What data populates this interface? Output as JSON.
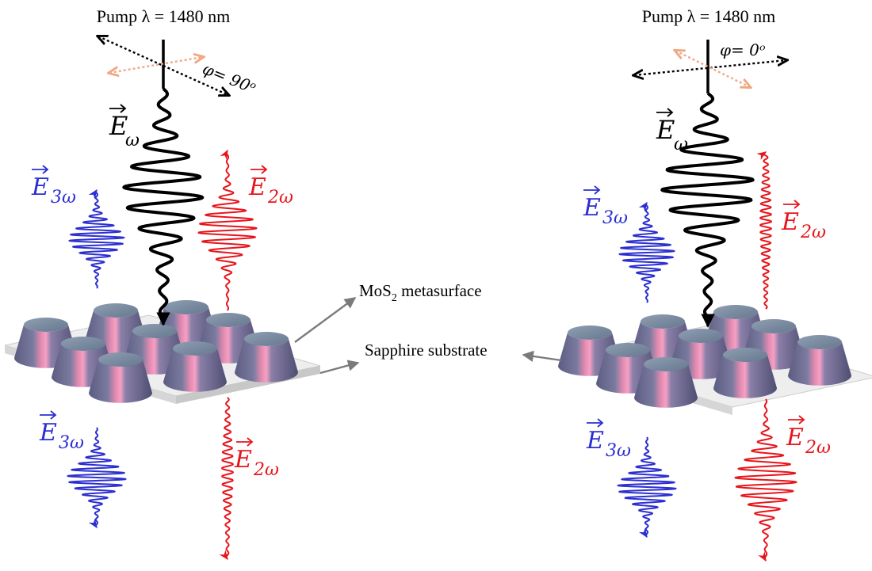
{
  "pump_label_left": "Pump λ = 1480 nm",
  "pump_label_right": "Pump λ = 1480 nm",
  "phi_label_left": "φ= 90ᵒ",
  "phi_label_right": "φ= 0ᵒ",
  "field_omega": {
    "symbol": "E",
    "subscript": "ω"
  },
  "field_2omega": {
    "symbol": "E",
    "subscript": "2ω"
  },
  "field_3omega": {
    "symbol": "E",
    "subscript": "3ω"
  },
  "metasurface_label": {
    "main": "MoS",
    "sub": "2",
    "rest": " metasurface"
  },
  "substrate_label": "Sapphire substrate",
  "colors": {
    "pump": "#000000",
    "second_harmonic": "#e8141b",
    "third_harmonic": "#2b2fd1",
    "alt_polarization": "#f0a884",
    "pillar": "#6f6f93",
    "substrate": "#eeeeee",
    "pointer": "#7a7a7a"
  }
}
